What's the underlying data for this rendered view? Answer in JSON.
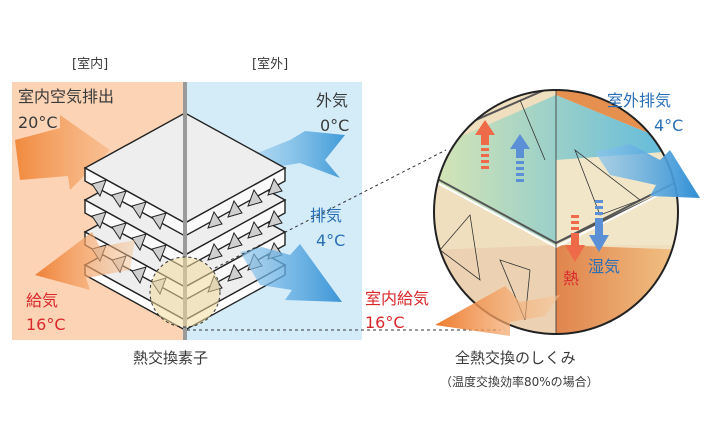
{
  "left_panel": {
    "indoor_header": "[室内]",
    "outdoor_header": "[室外]",
    "indoor_exhaust": {
      "label": "室内空気排出",
      "temp": "20°C"
    },
    "outdoor_air": {
      "label": "外気",
      "temp": "0°C"
    },
    "exhaust": {
      "label": "排気",
      "temp": "4°C"
    },
    "supply": {
      "label": "給気",
      "temp": "16°C"
    },
    "caption": "熱交換素子"
  },
  "right_panel": {
    "outdoor_exhaust": {
      "label": "室外排気",
      "temp": "4°C"
    },
    "indoor_supply": {
      "label": "室内給気",
      "temp": "16°C"
    },
    "heat_label": "熱",
    "humidity_label": "湿気",
    "caption": "全熱交換のしくみ",
    "subcaption": "（温度交換効率80%の場合）"
  },
  "colors": {
    "indoor_bg": "#fcd3b4",
    "outdoor_bg": "#d4ecf8",
    "warm_arrow": "#f08a3e",
    "cool_arrow": "#3f9ad8",
    "red_text": "#d8282c",
    "blue_text": "#2a6fb6",
    "divider": "#9a9a9a"
  }
}
